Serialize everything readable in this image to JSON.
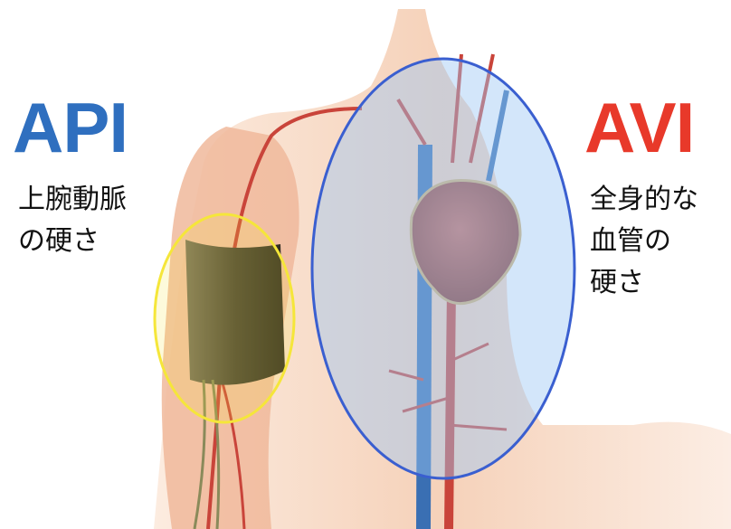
{
  "api": {
    "title": "API",
    "lines": [
      "上腕動脈",
      "の硬さ"
    ],
    "color": "#2f6fbf",
    "highlight_color": "#f5e63a"
  },
  "avi": {
    "title": "AVI",
    "lines": [
      "全身的な",
      "血管の",
      "硬さ"
    ],
    "color": "#e8392a",
    "highlight_color": "#3a5fd0"
  },
  "illustration": {
    "skin": "#f3c6a8",
    "artery": "#c9443a",
    "vein": "#3a6fb3",
    "cuff": "#4a4535",
    "heart": "#a8483c"
  }
}
